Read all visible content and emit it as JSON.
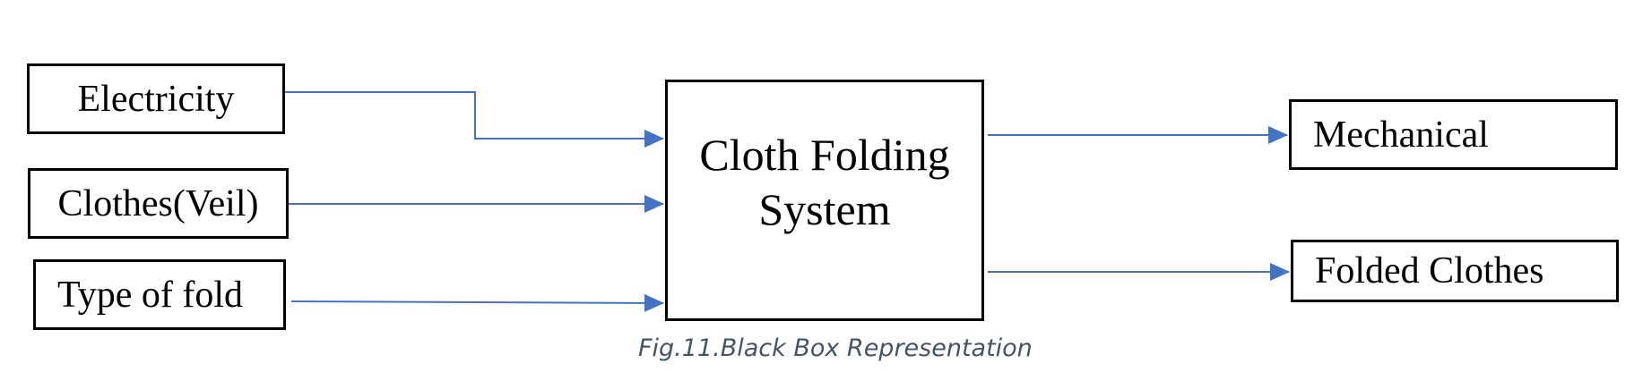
{
  "diagram": {
    "inputs": [
      {
        "label": "Electricity"
      },
      {
        "label": "Clothes(Veil)"
      },
      {
        "label": "Type of fold"
      }
    ],
    "system": {
      "line1": "Cloth Folding",
      "line2": "System"
    },
    "outputs": [
      {
        "label": "Mechanical"
      },
      {
        "label": "Folded Clothes"
      }
    ],
    "caption": "Fig.11.Black Box Representation",
    "colors": {
      "arrow": "#4472c4",
      "box_border": "#000000",
      "caption": "#44546a"
    }
  }
}
